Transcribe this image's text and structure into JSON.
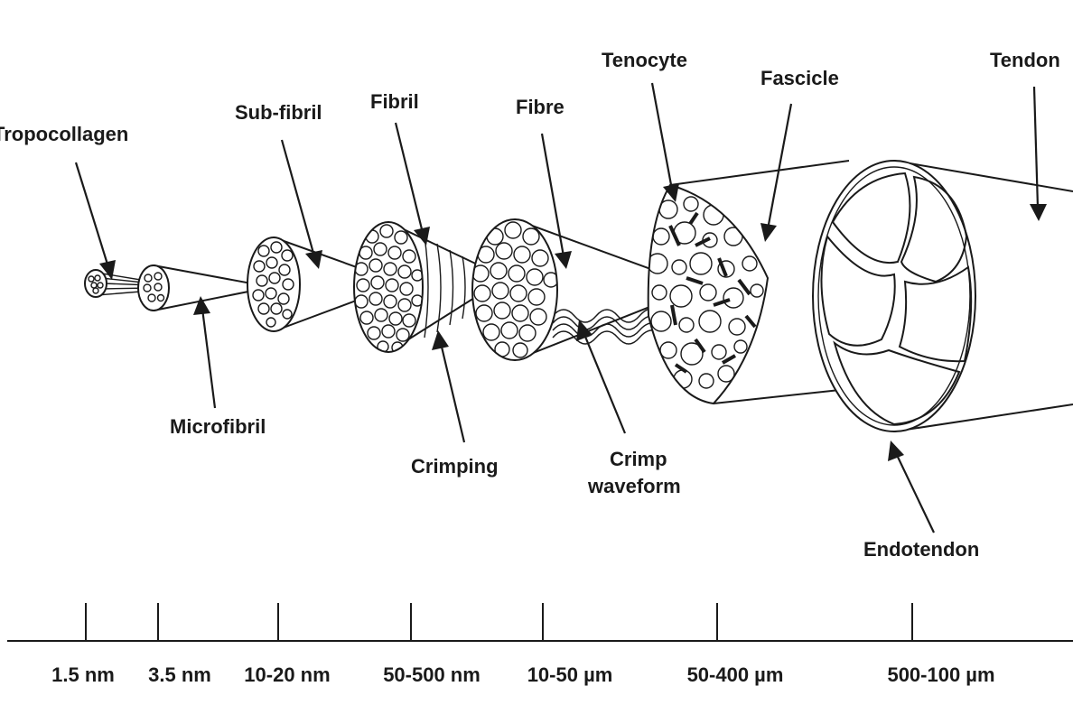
{
  "labels": {
    "tropocollagen": "Tropocollagen",
    "subfibril": "Sub-fibril",
    "fibril": "Fibril",
    "fibre": "Fibre",
    "tenocyte": "Tenocyte",
    "fascicle": "Fascicle",
    "tendon": "Tendon",
    "microfibril": "Microfibril",
    "crimping": "Crimping",
    "crimp_waveform_line1": "Crimp",
    "crimp_waveform_line2": "waveform",
    "endotendon": "Endotendon"
  },
  "scale": {
    "ticks": [
      "1.5 nm",
      "3.5 nm",
      "10-20 nm",
      "50-500 nm",
      "10-50 µm",
      "50-400 µm",
      "500-100 µm"
    ]
  },
  "colors": {
    "ink": "#1a1a1a",
    "background": "#ffffff"
  }
}
